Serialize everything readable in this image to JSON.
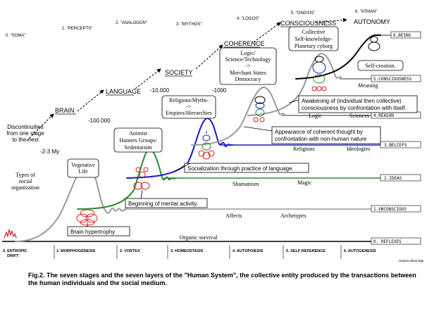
{
  "stages": [
    "0. \"SOMA\"",
    "1. \"PERCEPTS\"",
    "2. \"ANALOGON\"",
    "3. \"MYTHOS\"",
    "4. \"LOGOS\"",
    "5. \"GNOSIS\"",
    "6. \"ATMAN\""
  ],
  "steps": [
    "BRAIN",
    "LANGUAGE",
    "SOCIETY",
    "COHERENCE",
    "CONSCIOUSNESS",
    "AUTONOMY"
  ],
  "times": [
    "-2-3 My",
    "-100.000",
    "-10.000",
    "-1000"
  ],
  "left_labels": {
    "discontinuities": [
      "Discontinuities",
      "from one stage",
      "to the next"
    ],
    "types": [
      "Types of",
      "social",
      "organization"
    ],
    "drift": [
      "0. ENTROPIC",
      "DRIFT"
    ]
  },
  "bottom_labels": [
    "1. MORPHOGENESIS",
    "2. VORTEX",
    "3. HOMEOSTASIS",
    "4. AUTOPOIESIS",
    "5. SELF-REFERENCE",
    "6. AUTOGENESIS"
  ],
  "layers": [
    "6.BEING",
    "5.CONSCIOUSNESS",
    "4.REASON",
    "3.BELIEFS",
    "2.IDEAS",
    "1.UNCONSCIOUS",
    "0. REFLEXES"
  ],
  "level_words": {
    "organic": "Organic survival",
    "affects": "Affects",
    "archetypes": "Archetypes",
    "shamanism": "Shamanism",
    "magic": "Magic",
    "religions": "Religions",
    "ideologies": "Ideologies",
    "logic": "Logic",
    "sciences": "Sciences",
    "meaning": "Meaning"
  },
  "boxes": {
    "vegetative": [
      "Vegetative",
      "Life"
    ],
    "animist": [
      "Animist",
      "Hunters Groups/",
      "Sedentarism"
    ],
    "religions": [
      "Religions/Myths-",
      "->",
      "Empires/Hierarchies"
    ],
    "logic": [
      "Logic/",
      "Science/Technology",
      "->",
      "Merchant States",
      "Democracy"
    ],
    "collective": [
      "Collective",
      "Self-knowledge-",
      "Planetary cyborg"
    ],
    "self_creation": "Self-creation."
  },
  "notes": {
    "brain_hypertrophy": "Brain hypertrophy",
    "mental_activity": "Beginning of mental activity.",
    "socialization": "Socialization through practice of language.",
    "coherent": [
      "Appearance of coherent thought by",
      "confrontation with non-human nature"
    ],
    "awakening": [
      "Awakening of (individual then collective)",
      "consciousness by confrontation with itself."
    ]
  },
  "signature": "Septrevolhum2gb",
  "caption": "Fig.2. The seven stages and the seven layers of the \"Human System\", the collective entity produced by the transactions between the human individuals and the social medium.",
  "colors": {
    "grey_curve": "#999999",
    "green_curve": "#2e8b2e",
    "blue_curve": "#1a1acc",
    "red_figure": "#d42020"
  }
}
